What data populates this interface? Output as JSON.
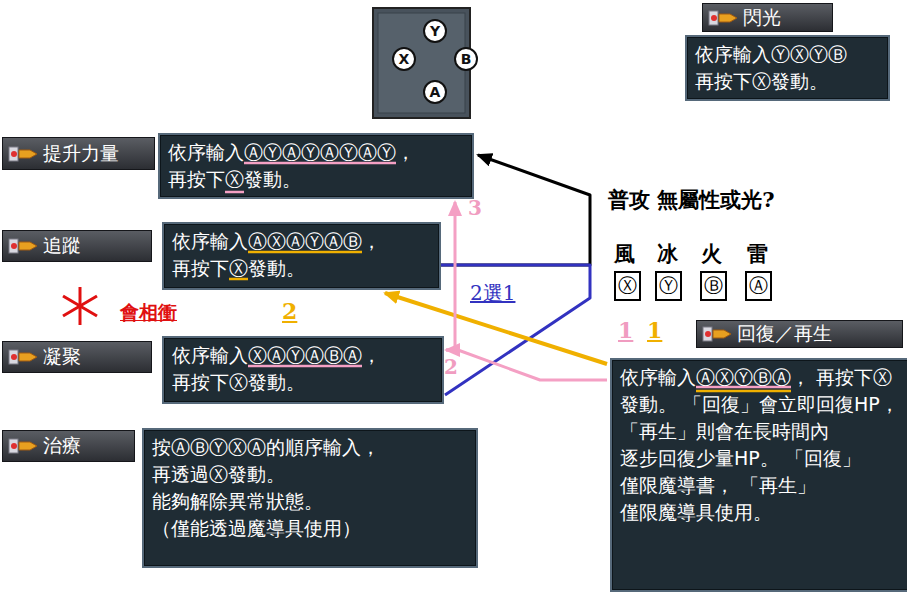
{
  "diagram": {
    "nodes": [
      {
        "text": [
          "閃光"
        ]
      },
      {
        "text": [
          "依序輸入ⓎⓍⓎⒷ 再按下Ⓧ發動。"
        ]
      },
      {
        "text": [
          "Y"
        ]
      },
      {
        "text": [
          "X"
        ]
      },
      {
        "text": [
          "B"
        ]
      },
      {
        "text": [
          "A"
        ]
      },
      {
        "text": [
          "提升力量"
        ]
      },
      {
        "text": [
          "依序輸入ⒶⓎⒶⓎⒶⓎⒶⓎ， 再按下Ⓧ發動。"
        ]
      },
      {
        "text": [
          "追蹤"
        ]
      },
      {
        "text": [
          "依序輸入ⒶⓍⒶⓎⒶⒷ， 再按下Ⓧ發動。"
        ]
      },
      {
        "text": [
          "凝聚"
        ]
      },
      {
        "text": [
          "依序輸入ⓍⒶⓎⒶⒷⒶ， 再按下Ⓧ發動。"
        ]
      },
      {
        "text": [
          "治療"
        ]
      },
      {
        "text": [
          "按ⒶⒷⓎⓍⒶ的順序輸入， 再透過Ⓧ發動。 能夠解除異常狀態。 （僅能透過魔導具使用）"
        ]
      },
      {
        "text": [
          "回復／再生"
        ]
      },
      {
        "text": [
          "依序輸入ⒶⓍⓎⒷⒶ， 再按下Ⓧ發動。 「回復」會立即回復HP， 「再生」則會在長時間內 逐步回復少量HP。 「回復」僅限魔導書， 「再生」僅限魔導具使用。"
        ]
      },
      {
        "text": [
          "Ⓧ"
        ]
      },
      {
        "text": [
          "Ⓨ"
        ]
      },
      {
        "text": [
          "Ⓑ"
        ]
      },
      {
        "text": [
          "Ⓐ"
        ]
      }
    ],
    "edges": [
      {
        "from": 9,
        "to": 7,
        "arrow": "to"
      },
      {
        "from": 9,
        "to": 11,
        "label": "2選1",
        "arrow": "none"
      },
      {
        "from": 15,
        "to": 9,
        "arrow": "to"
      },
      {
        "from": 15,
        "to": 11,
        "arrow": "to"
      },
      {
        "from": 11,
        "to": 7,
        "arrow": "to"
      }
    ],
    "labels": [
      "普攻 無屬性或光?",
      "風",
      "冰",
      "火",
      "雷",
      "會相衝",
      "3",
      "2",
      "2",
      "1",
      "1"
    ]
  }
}
